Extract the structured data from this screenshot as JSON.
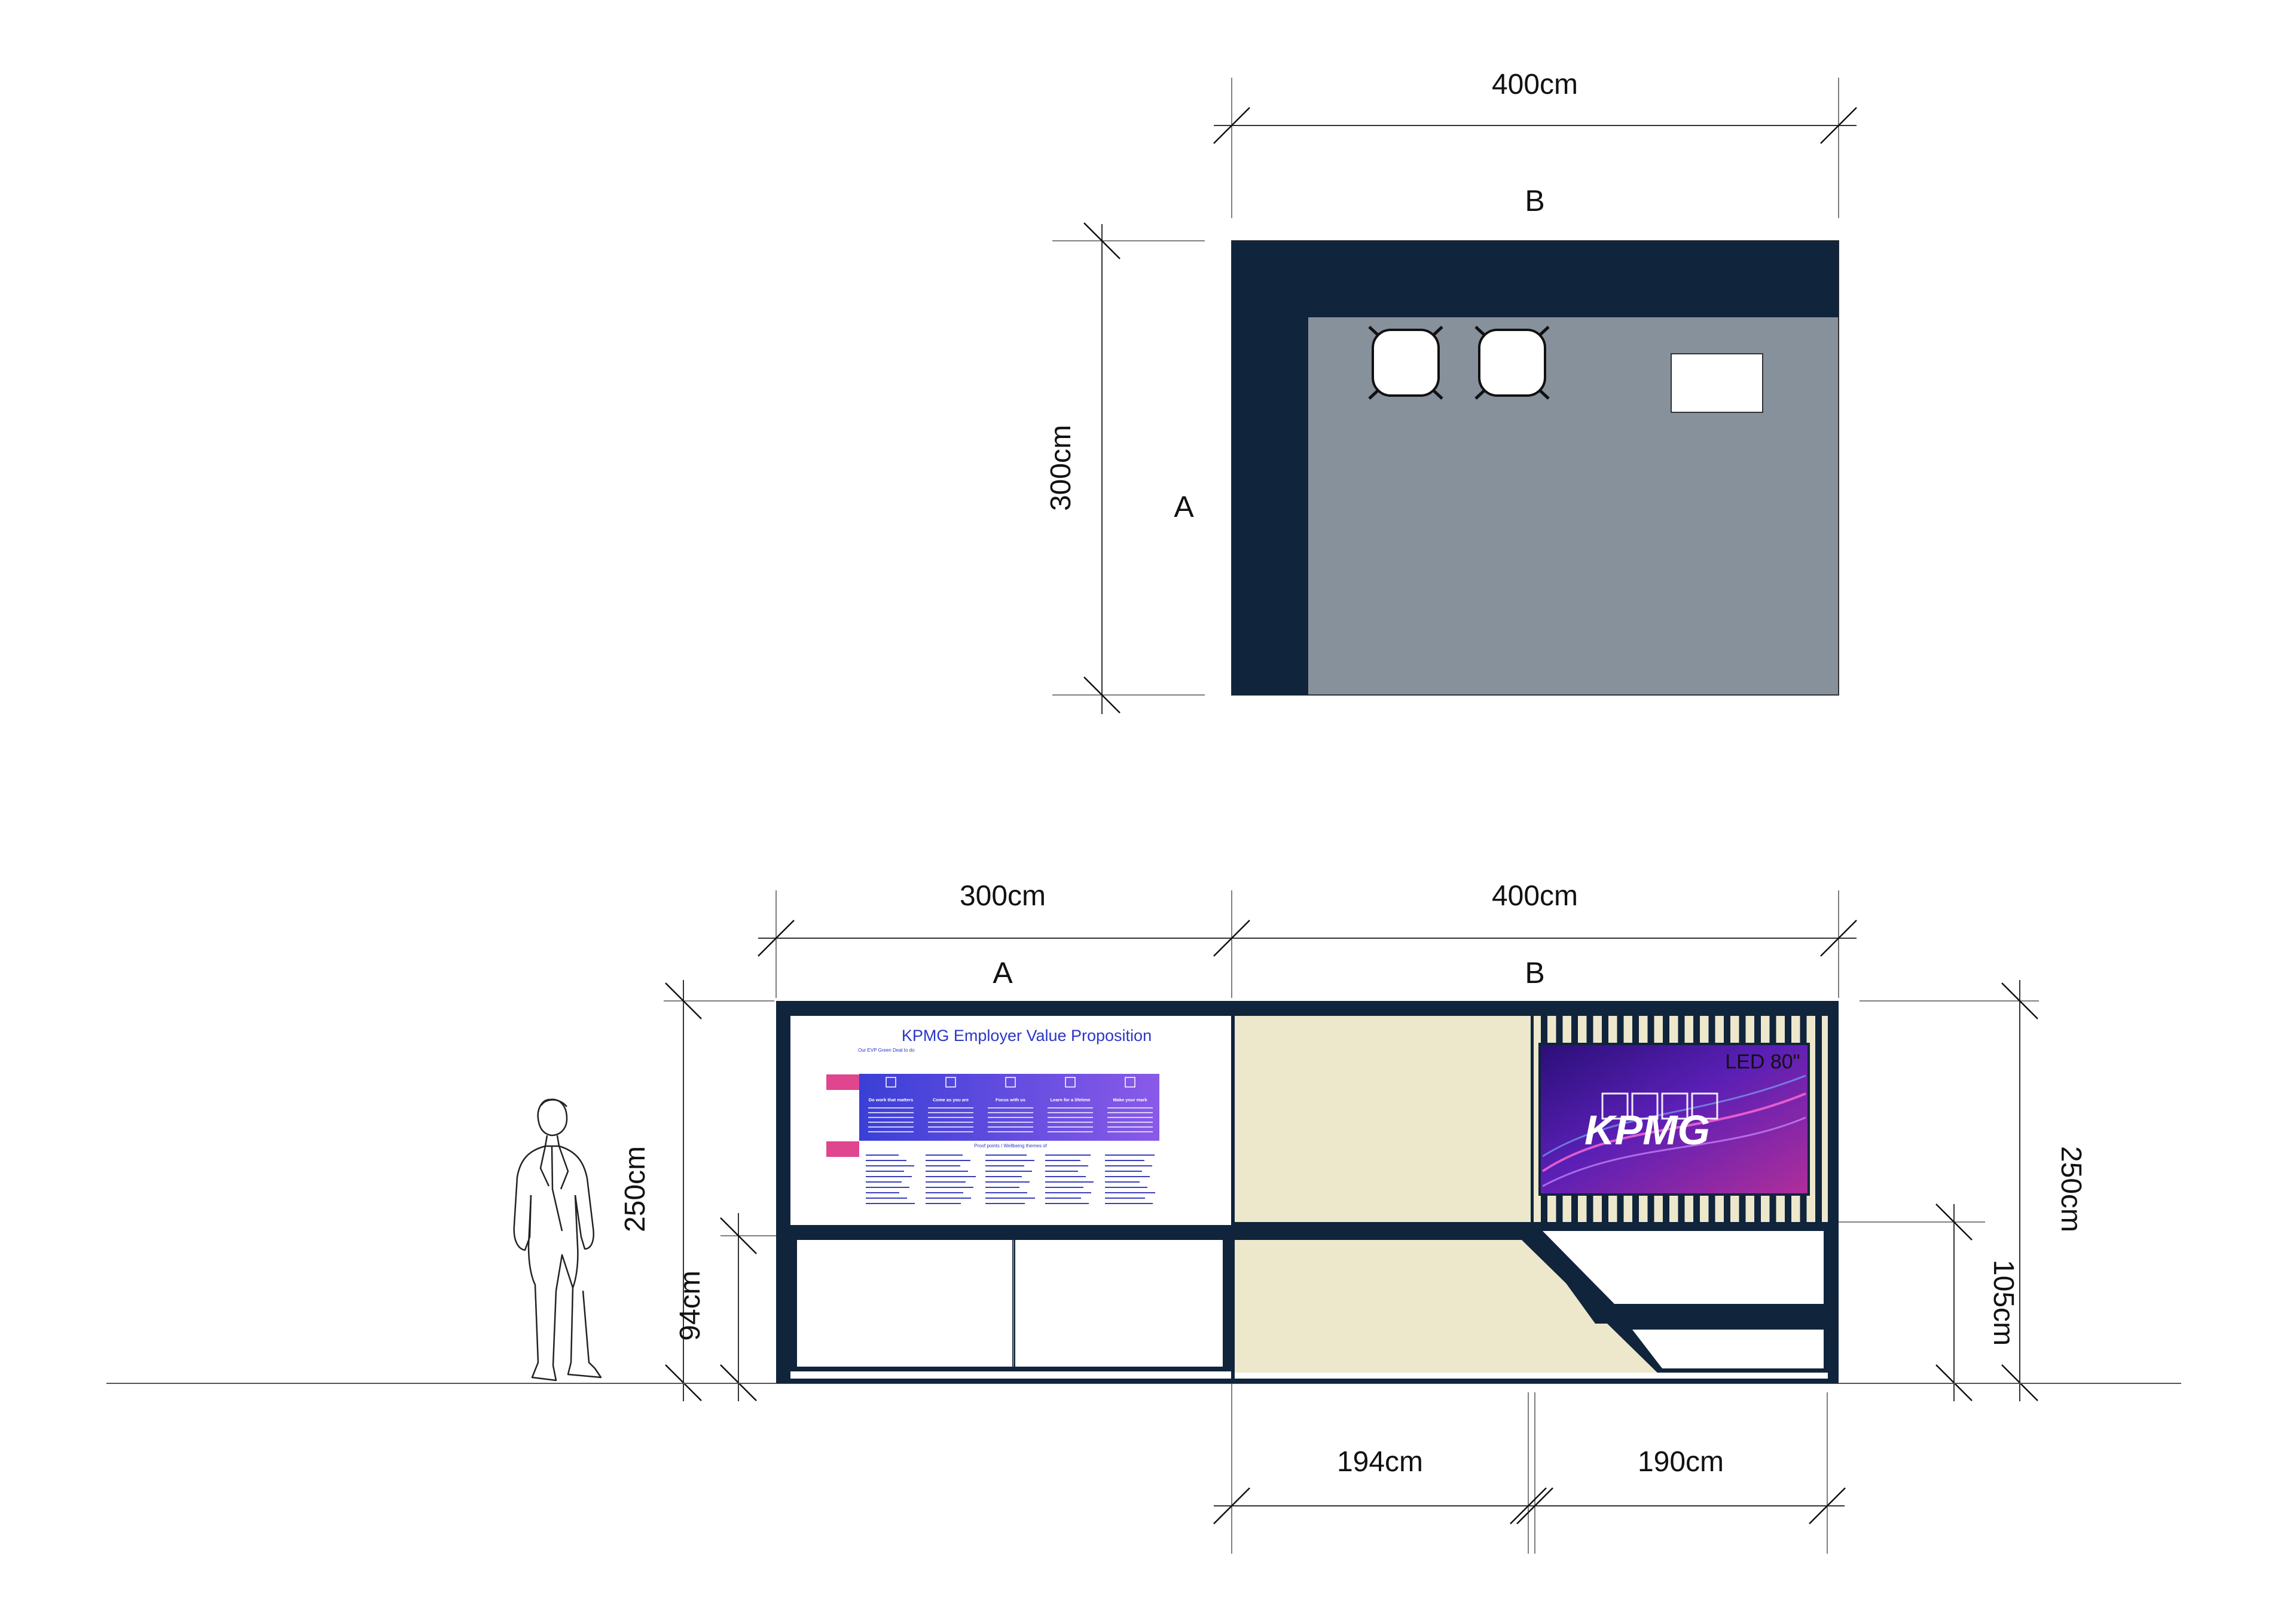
{
  "plan_view": {
    "width_label": "400cm",
    "depth_label": "300cm",
    "wall_a_label": "A",
    "wall_b_label": "B"
  },
  "elevation_view": {
    "wall_a_width_label": "300cm",
    "wall_b_width_label": "400cm",
    "wall_a_label": "A",
    "wall_b_label": "B",
    "total_height_label_left": "250cm",
    "total_height_label_right": "250cm",
    "counter_height_label": "94cm",
    "desk_height_label": "105cm",
    "bottom_left_width_label": "194cm",
    "bottom_right_width_label": "190cm"
  },
  "evp_graphic": {
    "title": "KPMG Employer Value Proposition",
    "subtitle": "Our EVP Green Deal to do",
    "columns": [
      "Do work that matters",
      "Come as you are",
      "Focus with us",
      "Learn for a lifetime",
      "Make your mark"
    ],
    "proof_points_heading": "Proof points / Wellbeing themes of"
  },
  "screen": {
    "label": "LED 80\"",
    "logo_text": "KPMG"
  },
  "colors": {
    "frame": "#10243c",
    "floor": "#87919c",
    "beige": "#ede7cc",
    "evp_blue": "#3b3fd6",
    "evp_purple": "#8a5ae8",
    "evp_pink": "#e0458f"
  }
}
